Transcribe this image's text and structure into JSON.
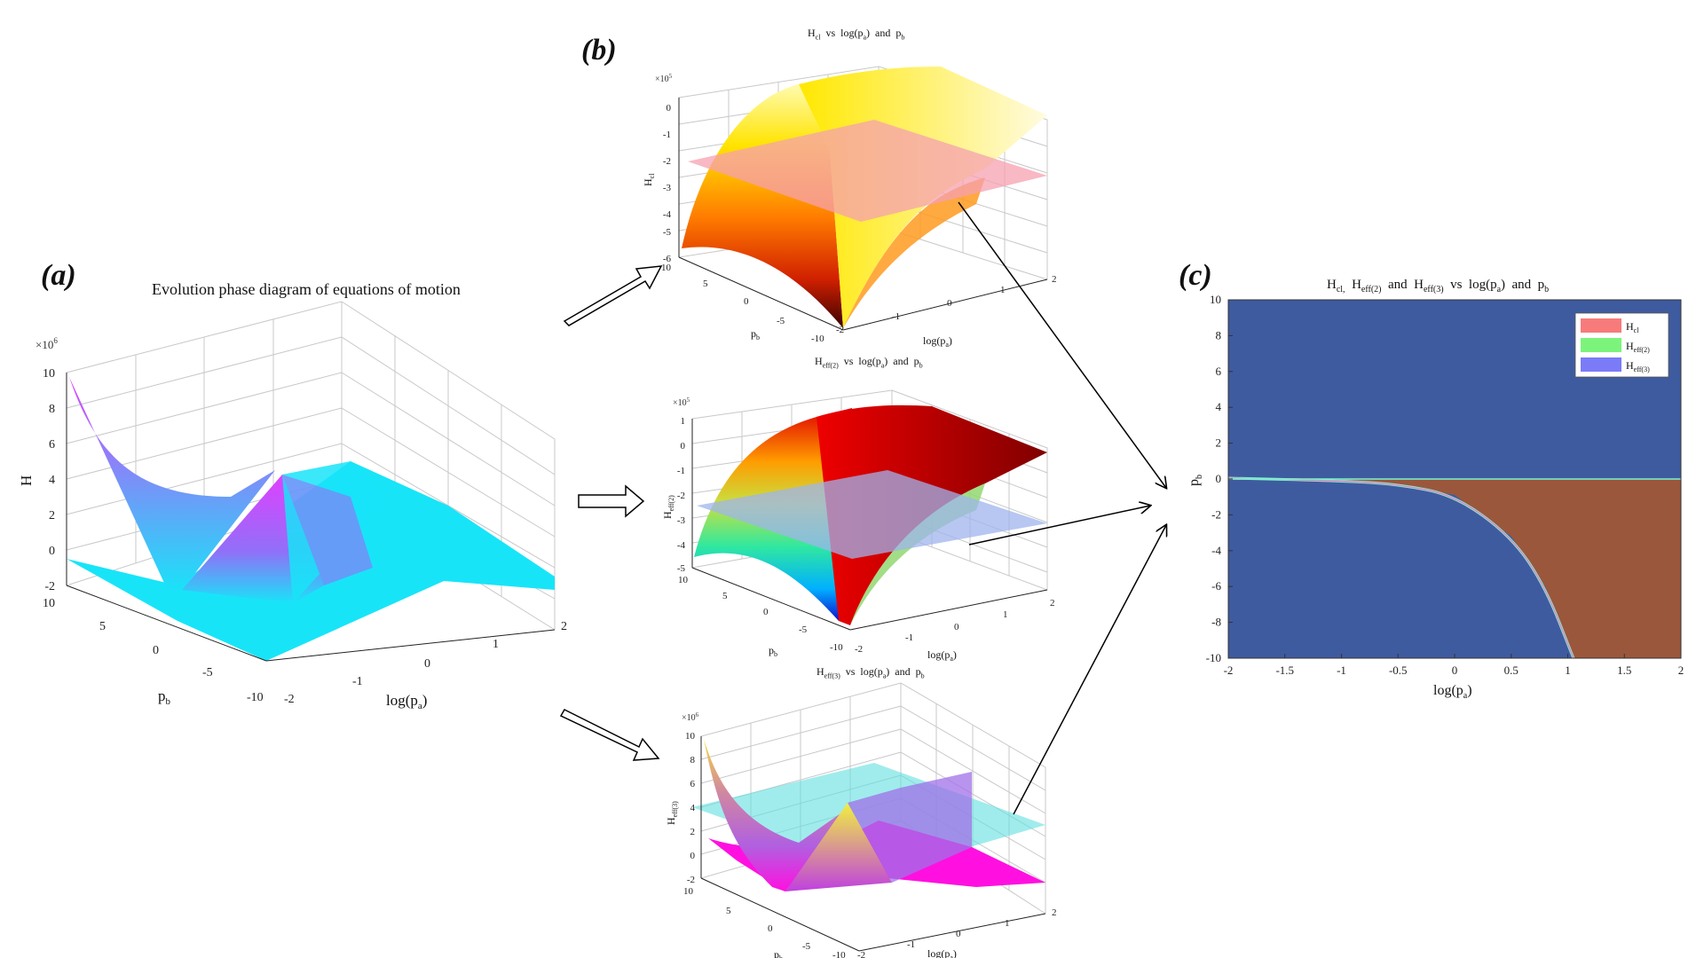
{
  "panels": {
    "a": "(a)",
    "b": "(b)",
    "c": "(c)"
  },
  "chart_data": [
    {
      "id": "a",
      "type": "surface3d",
      "title": "Evolution phase diagram of equations of motion",
      "xlabel": "log(pₐ)",
      "ylabel": "p_b",
      "zlabel": "H",
      "xlim": [
        -2,
        2
      ],
      "ylim": [
        -10,
        10
      ],
      "zlim": [
        -2,
        10
      ],
      "z_multiplier": "×10^6",
      "xticks": [
        "-2",
        "-1",
        "0",
        "1",
        "2"
      ],
      "yticks": [
        "10",
        "5",
        "0",
        "-5",
        "-10"
      ],
      "zticks": [
        "-2",
        "0",
        "2",
        "4",
        "6",
        "8",
        "10"
      ],
      "grid": true,
      "colors": {
        "surface_high": "#e040ff",
        "surface_low": "#18e4f8",
        "plane": "#18e4f8"
      }
    },
    {
      "id": "b1",
      "type": "surface3d",
      "title": "H_cl vs log(pₐ) and p_b",
      "xlabel": "log(pₐ)",
      "ylabel": "p_b",
      "zlabel": "H_cl",
      "xlim": [
        -2,
        2
      ],
      "ylim": [
        -10,
        10
      ],
      "zlim": [
        -6,
        0
      ],
      "z_multiplier": "×10^5",
      "xticks": [
        "-2",
        "-1",
        "0",
        "1",
        "2"
      ],
      "yticks": [
        "10",
        "5",
        "0",
        "-5",
        "-10"
      ],
      "zticks": [
        "-6",
        "-5",
        "-4",
        "-3",
        "-2",
        "-1",
        "0"
      ],
      "grid": true,
      "colors": {
        "surface_high": "#fffb9a",
        "surface_mid": "#ff8c00",
        "surface_low": "#4a0000",
        "plane": "#f5a0b0"
      }
    },
    {
      "id": "b2",
      "type": "surface3d",
      "title": "H_eff(2) vs log(pₐ) and p_b",
      "xlabel": "log(pₐ)",
      "ylabel": "p_b",
      "zlabel": "H_eff(2)",
      "xlim": [
        -2,
        2
      ],
      "ylim": [
        -10,
        10
      ],
      "zlim": [
        -5,
        1
      ],
      "z_multiplier": "×10^5",
      "xticks": [
        "-2",
        "-1",
        "0",
        "1",
        "2"
      ],
      "yticks": [
        "10",
        "5",
        "0",
        "-5",
        "-10"
      ],
      "zticks": [
        "-5",
        "-4",
        "-3",
        "-2",
        "-1",
        "0",
        "1"
      ],
      "grid": true,
      "colors": {
        "surface_high": "#e00000",
        "surface_mid": "#30e890",
        "surface_low": "#1010d0",
        "plane": "#9fb4ee"
      }
    },
    {
      "id": "b3",
      "type": "surface3d",
      "title": "H_eff(3) vs log(pₐ) and p_b",
      "xlabel": "log(pₐ)",
      "ylabel": "p_b",
      "zlabel": "H_eff(3)",
      "xlim": [
        -2,
        2
      ],
      "ylim": [
        -10,
        10
      ],
      "zlim": [
        -2,
        10
      ],
      "z_multiplier": "×10^6",
      "xticks": [
        "-2",
        "-1",
        "0",
        "1",
        "2"
      ],
      "yticks": [
        "10",
        "5",
        "0",
        "-5",
        "-10"
      ],
      "zticks": [
        "-2",
        "0",
        "2",
        "4",
        "6",
        "8",
        "10"
      ],
      "grid": true,
      "colors": {
        "surface_high": "#f0d040",
        "surface_mid": "#b060e0",
        "surface_low": "#ff10e0",
        "plane": "#60e0e0"
      }
    },
    {
      "id": "c",
      "type": "heatmap",
      "title": "H_cl, H_eff(2) and H_eff(3) vs log(pₐ) and p_b",
      "xlabel": "log(pₐ)",
      "ylabel": "p_b",
      "xlim": [
        -2,
        2
      ],
      "ylim": [
        -10,
        10
      ],
      "xticks": [
        -2,
        -1.5,
        -1,
        -0.5,
        0,
        0.5,
        1,
        1.5,
        2
      ],
      "yticks": [
        10,
        8,
        6,
        4,
        2,
        0,
        -2,
        -4,
        -6,
        -8,
        -10
      ],
      "boundary_curve": [
        [
          -2,
          0.05
        ],
        [
          -1,
          -0.1
        ],
        [
          -0.5,
          -0.3
        ],
        [
          0,
          -0.9
        ],
        [
          0.5,
          -3.2
        ],
        [
          0.8,
          -6
        ],
        [
          1.05,
          -10
        ]
      ],
      "regions": [
        {
          "name": "upper region",
          "color": "#3f5b9f"
        },
        {
          "name": "lower-right region",
          "color": "#9b573c"
        }
      ],
      "legend": [
        {
          "name": "H_cl",
          "color": "#f87b7b"
        },
        {
          "name": "H_eff(2)",
          "color": "#7cf47c"
        },
        {
          "name": "H_eff(3)",
          "color": "#7b7bf8"
        }
      ],
      "legend_position": "top-right"
    }
  ]
}
